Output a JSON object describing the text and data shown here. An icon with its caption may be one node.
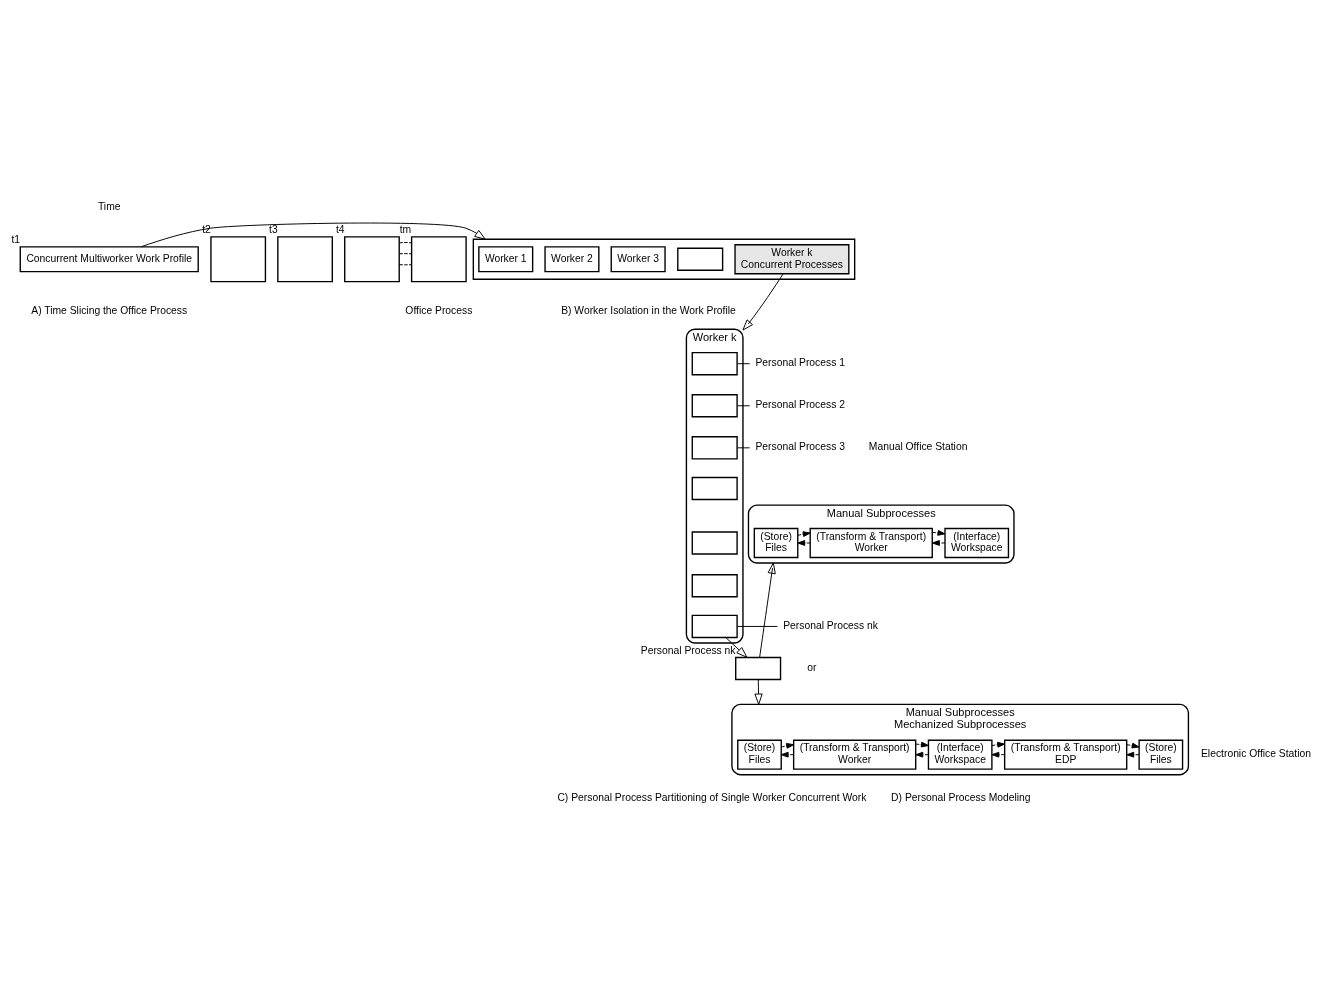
{
  "diagram": {
    "nodes": [
      {
        "text": [
          "Concurrent Multiworker Work Profile"
        ],
        "beside": [
          "t1"
        ]
      },
      {
        "text": [],
        "shape": "box",
        "beside": [
          "t2"
        ]
      },
      {
        "text": [],
        "shape": "box",
        "beside": [
          "t3"
        ]
      },
      {
        "text": [],
        "shape": "box",
        "beside": [
          "t4"
        ]
      },
      {
        "text": [],
        "shape": "box",
        "beside": [
          "tm"
        ]
      },
      {
        "text": [],
        "shape": "box"
      },
      {
        "text": [
          "Worker 1"
        ],
        "in": 5
      },
      {
        "text": [
          "Worker 2"
        ],
        "in": 5
      },
      {
        "text": [
          "Worker 3"
        ],
        "in": 5
      },
      {
        "text": [],
        "shape": "box",
        "in": 5
      },
      {
        "text": [
          "Worker k",
          "Concurrent Processes"
        ],
        "in": 5
      },
      {
        "text": [
          "Worker k"
        ]
      },
      {
        "text": [],
        "shape": "box",
        "in": 11
      },
      {
        "text": [],
        "shape": "box",
        "in": 11
      },
      {
        "text": [],
        "shape": "box",
        "in": 11
      },
      {
        "text": [],
        "shape": "box",
        "in": 11
      },
      {
        "text": [],
        "shape": "box",
        "in": 11
      },
      {
        "text": [],
        "shape": "box",
        "in": 11
      },
      {
        "text": [],
        "shape": "box",
        "in": 11
      },
      {
        "text": [
          "Personal Process 1"
        ]
      },
      {
        "text": [
          "Personal Process 2"
        ]
      },
      {
        "text": [
          "Personal Process 3"
        ]
      },
      {
        "text": [
          "Personal Process nk"
        ]
      },
      {
        "text": [],
        "shape": "box",
        "beside": [
          "Personal Process nk"
        ]
      },
      {
        "text": [
          "Manual Subprocesses"
        ]
      },
      {
        "text": [
          "(Store)",
          "Files"
        ],
        "in": 24
      },
      {
        "text": [
          "(Transform & Transport)",
          "Worker"
        ],
        "in": 24
      },
      {
        "text": [
          "(Interface)",
          "Workspace"
        ],
        "in": 24
      },
      {
        "text": [
          "Manual Subprocesses",
          "Mechanized Subprocesses"
        ]
      },
      {
        "text": [
          "(Store)",
          "Files"
        ],
        "in": 28
      },
      {
        "text": [
          "(Transform & Transport)",
          "Worker"
        ],
        "in": 28
      },
      {
        "text": [
          "(Interface)",
          "Workspace"
        ],
        "in": 28
      },
      {
        "text": [
          "(Transform & Transport)",
          "EDP"
        ],
        "in": 28
      },
      {
        "text": [
          "(Store)",
          "Files"
        ],
        "in": 28
      }
    ],
    "edges": [
      {
        "from": 3,
        "to": 4,
        "arrow": "none",
        "style": "dashed"
      },
      {
        "from": 3,
        "to": 4,
        "arrow": "none",
        "style": "dashed"
      },
      {
        "from": 3,
        "to": 4,
        "arrow": "none",
        "style": "dashed"
      },
      {
        "from": 0,
        "to": 5,
        "arrow": "to"
      },
      {
        "from": 10,
        "to": 11,
        "arrow": "to"
      },
      {
        "from": 19,
        "to": 12,
        "arrow": "none"
      },
      {
        "from": 20,
        "to": 13,
        "arrow": "none"
      },
      {
        "from": 21,
        "to": 14,
        "arrow": "none"
      },
      {
        "from": 22,
        "to": 18,
        "arrow": "none"
      },
      {
        "from": 18,
        "to": 23,
        "arrow": "to"
      },
      {
        "from": 23,
        "to": 24,
        "arrow": "to"
      },
      {
        "from": 23,
        "to": 28,
        "arrow": "to"
      },
      {
        "from": 27,
        "to": 26,
        "arrow": "to",
        "style": "dashed"
      },
      {
        "from": 26,
        "to": 25,
        "arrow": "to",
        "style": "dashed"
      },
      {
        "from": 25,
        "to": 26,
        "arrow": "to",
        "style": "dashed"
      },
      {
        "from": 26,
        "to": 27,
        "arrow": "to",
        "style": "dashed"
      },
      {
        "from": 33,
        "to": 32,
        "arrow": "to",
        "style": "dashed"
      },
      {
        "from": 32,
        "to": 31,
        "arrow": "to",
        "style": "dashed"
      },
      {
        "from": 31,
        "to": 30,
        "arrow": "to",
        "style": "dashed"
      },
      {
        "from": 30,
        "to": 29,
        "arrow": "to",
        "style": "dashed"
      },
      {
        "from": 29,
        "to": 30,
        "arrow": "to",
        "style": "dashed"
      },
      {
        "from": 30,
        "to": 31,
        "arrow": "to",
        "style": "dashed"
      },
      {
        "from": 31,
        "to": 32,
        "arrow": "to",
        "style": "dashed"
      },
      {
        "from": 32,
        "to": 33,
        "arrow": "to",
        "style": "dashed"
      }
    ],
    "labels": [
      "Time",
      "Office Process",
      "A) Time Slicing the Office Process",
      "B) Worker Isolation in the Work Profile",
      "Manual Office Station",
      "or",
      "Electronic Office Station",
      "C) Personal Process Partitioning of Single Worker Concurrent Work",
      "D) Personal Process Modeling"
    ]
  }
}
